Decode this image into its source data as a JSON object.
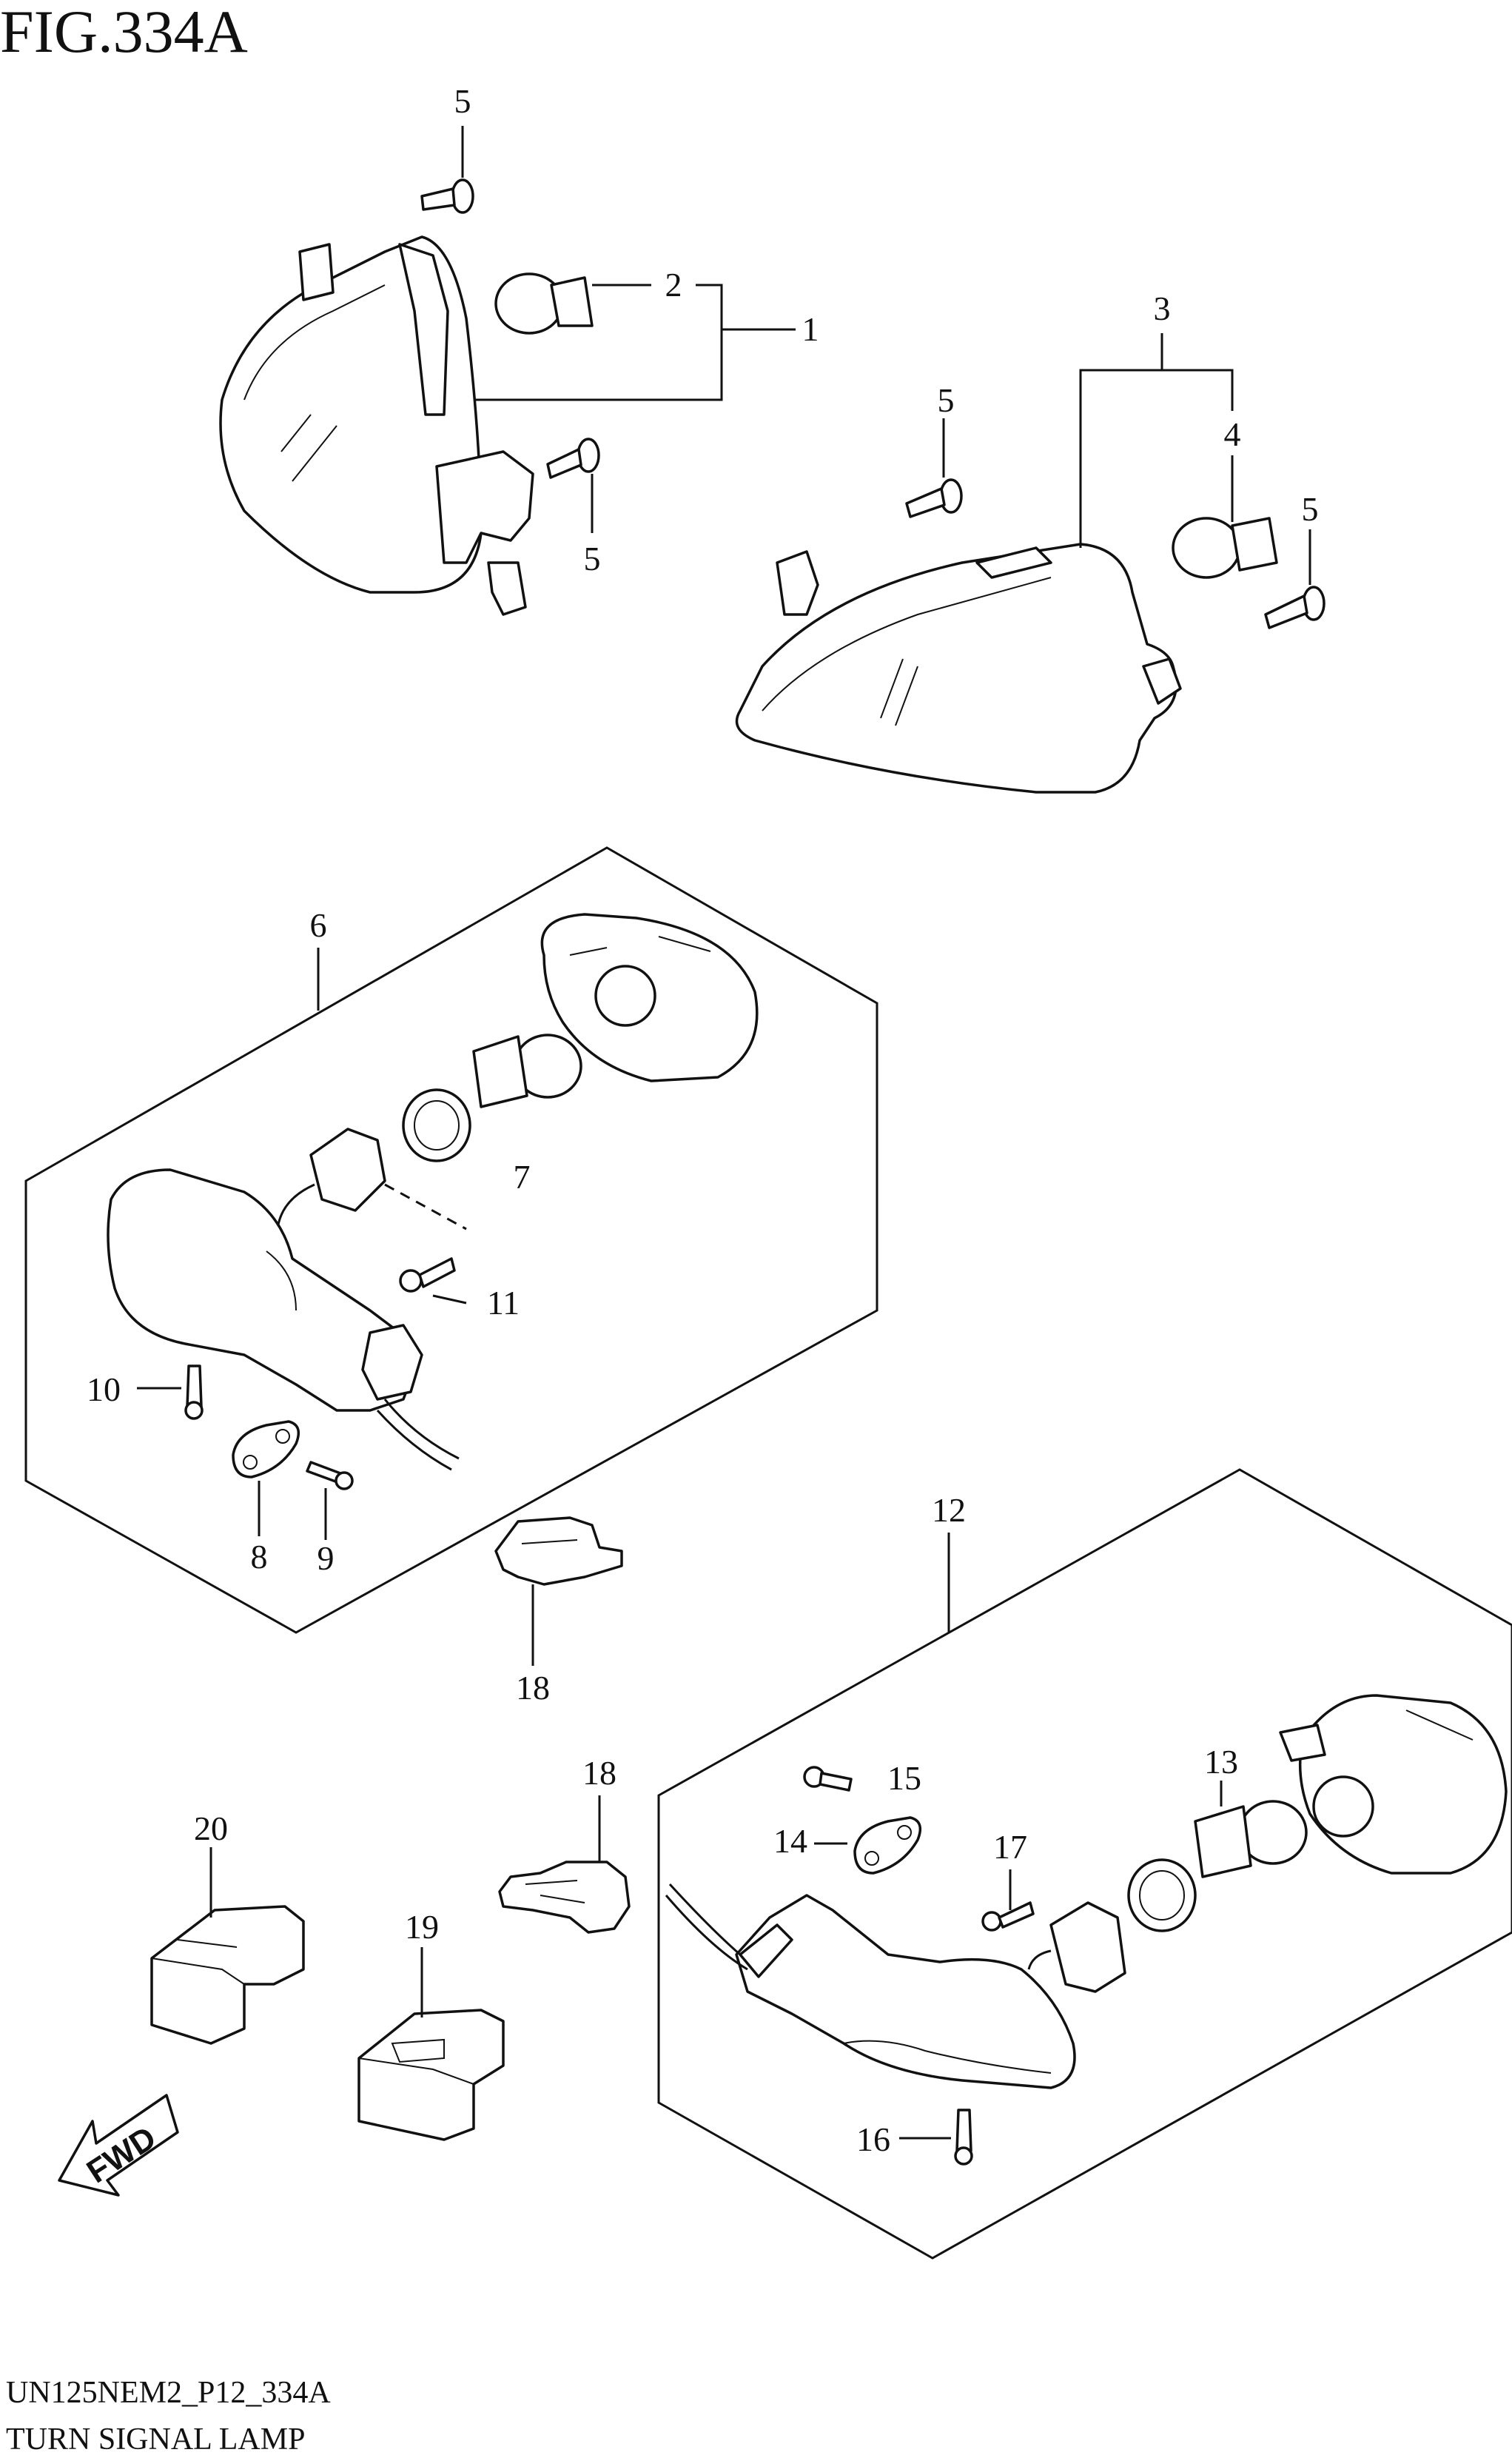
{
  "figure": {
    "title": "FIG.334A",
    "drawing_code": "UN125NEM2_P12_334A",
    "caption": "TURN SIGNAL LAMP"
  },
  "callouts": {
    "c1": "1",
    "c2": "2",
    "c3": "3",
    "c4": "4",
    "c5a": "5",
    "c5b": "5",
    "c5c": "5",
    "c5d": "5",
    "c6": "6",
    "c7": "7",
    "c8": "8",
    "c9": "9",
    "c10": "10",
    "c11": "11",
    "c12": "12",
    "c13": "13",
    "c14": "14",
    "c15": "15",
    "c16": "16",
    "c17": "17",
    "c18a": "18",
    "c18b": "18",
    "c19": "19",
    "c20": "20"
  },
  "direction_arrow": {
    "label": "FWD"
  }
}
